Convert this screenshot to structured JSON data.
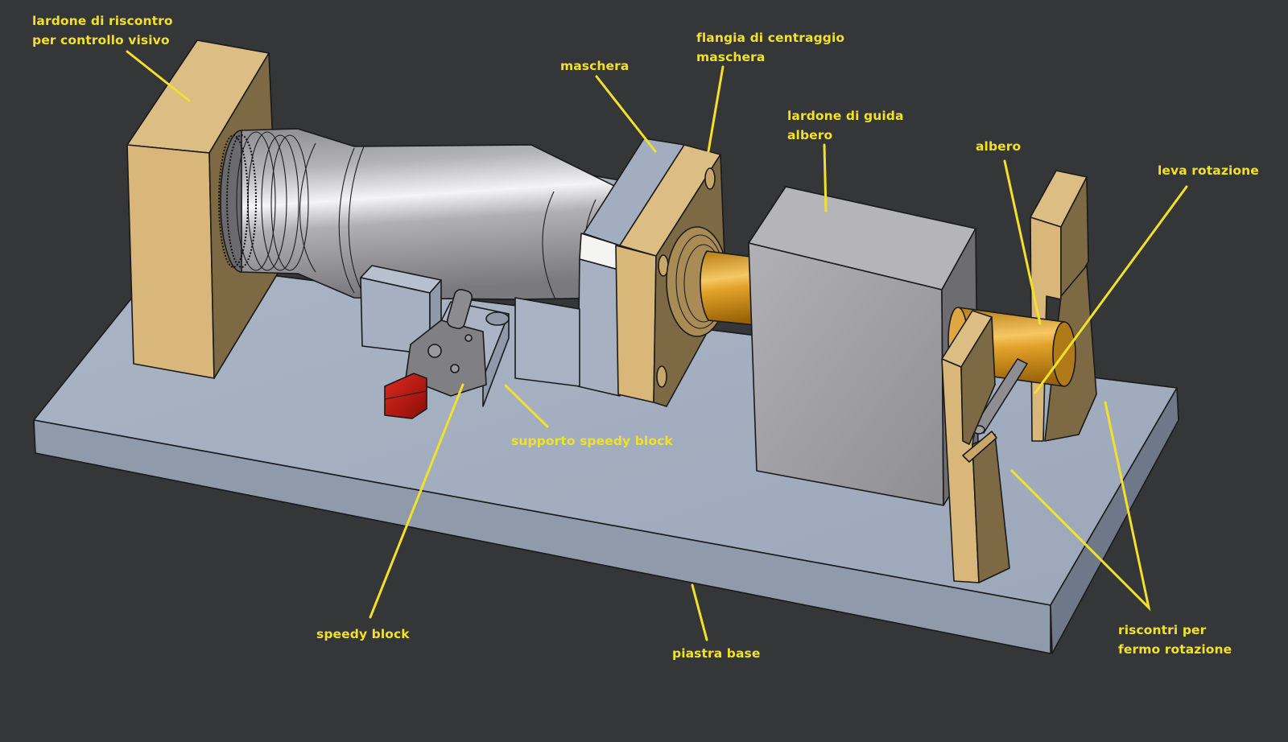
{
  "diagram": {
    "accent_color": "#f2e12a",
    "labels": {
      "lardone_riscontro": {
        "line1": "lardone di riscontro",
        "line2": "per controllo visivo"
      },
      "maschera": "maschera",
      "flangia": {
        "line1": "flangia di centraggio",
        "line2": "maschera"
      },
      "lardone_guida": {
        "line1": "lardone di guida",
        "line2": "albero"
      },
      "albero": "albero",
      "leva_rotazione": "leva rotazione",
      "supporto_speedy_block": "supporto speedy block",
      "speedy_block": "speedy block",
      "piastra_base": "piastra base",
      "riscontri": {
        "line1": "riscontri per",
        "line2": "fermo rotazione"
      }
    }
  }
}
